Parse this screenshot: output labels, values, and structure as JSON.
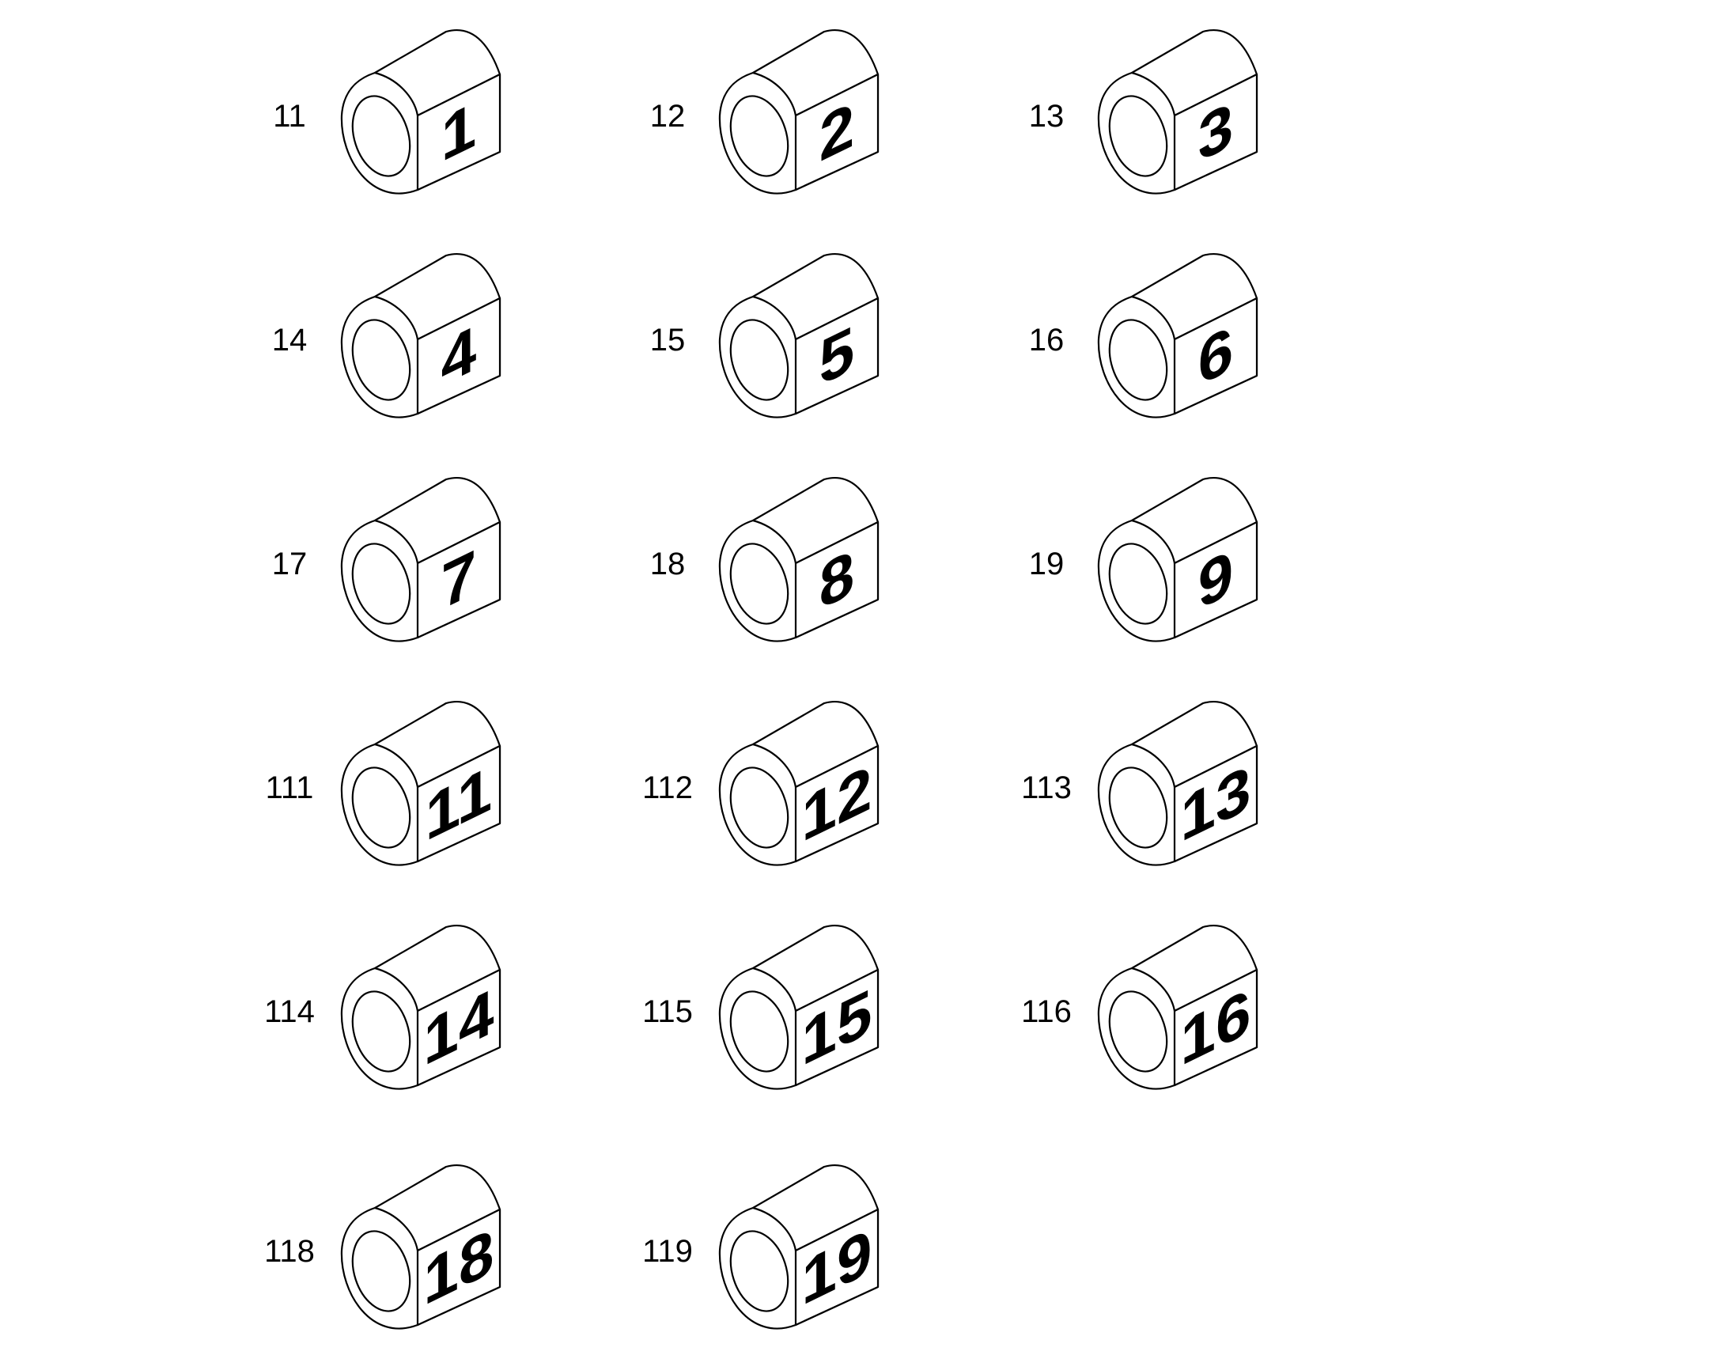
{
  "parts": [
    {
      "callout": "11",
      "face_label": "1"
    },
    {
      "callout": "12",
      "face_label": "2"
    },
    {
      "callout": "13",
      "face_label": "3"
    },
    {
      "callout": "14",
      "face_label": "4"
    },
    {
      "callout": "15",
      "face_label": "5"
    },
    {
      "callout": "16",
      "face_label": "6"
    },
    {
      "callout": "17",
      "face_label": "7"
    },
    {
      "callout": "18",
      "face_label": "8"
    },
    {
      "callout": "19",
      "face_label": "9"
    },
    {
      "callout": "111",
      "face_label": "11"
    },
    {
      "callout": "112",
      "face_label": "12"
    },
    {
      "callout": "113",
      "face_label": "13"
    },
    {
      "callout": "114",
      "face_label": "14"
    },
    {
      "callout": "115",
      "face_label": "15"
    },
    {
      "callout": "116",
      "face_label": "16"
    },
    {
      "callout": "118",
      "face_label": "18"
    },
    {
      "callout": "119",
      "face_label": "19"
    }
  ],
  "columns": 3,
  "colors": {
    "line": "#000000",
    "background": "#ffffff"
  }
}
